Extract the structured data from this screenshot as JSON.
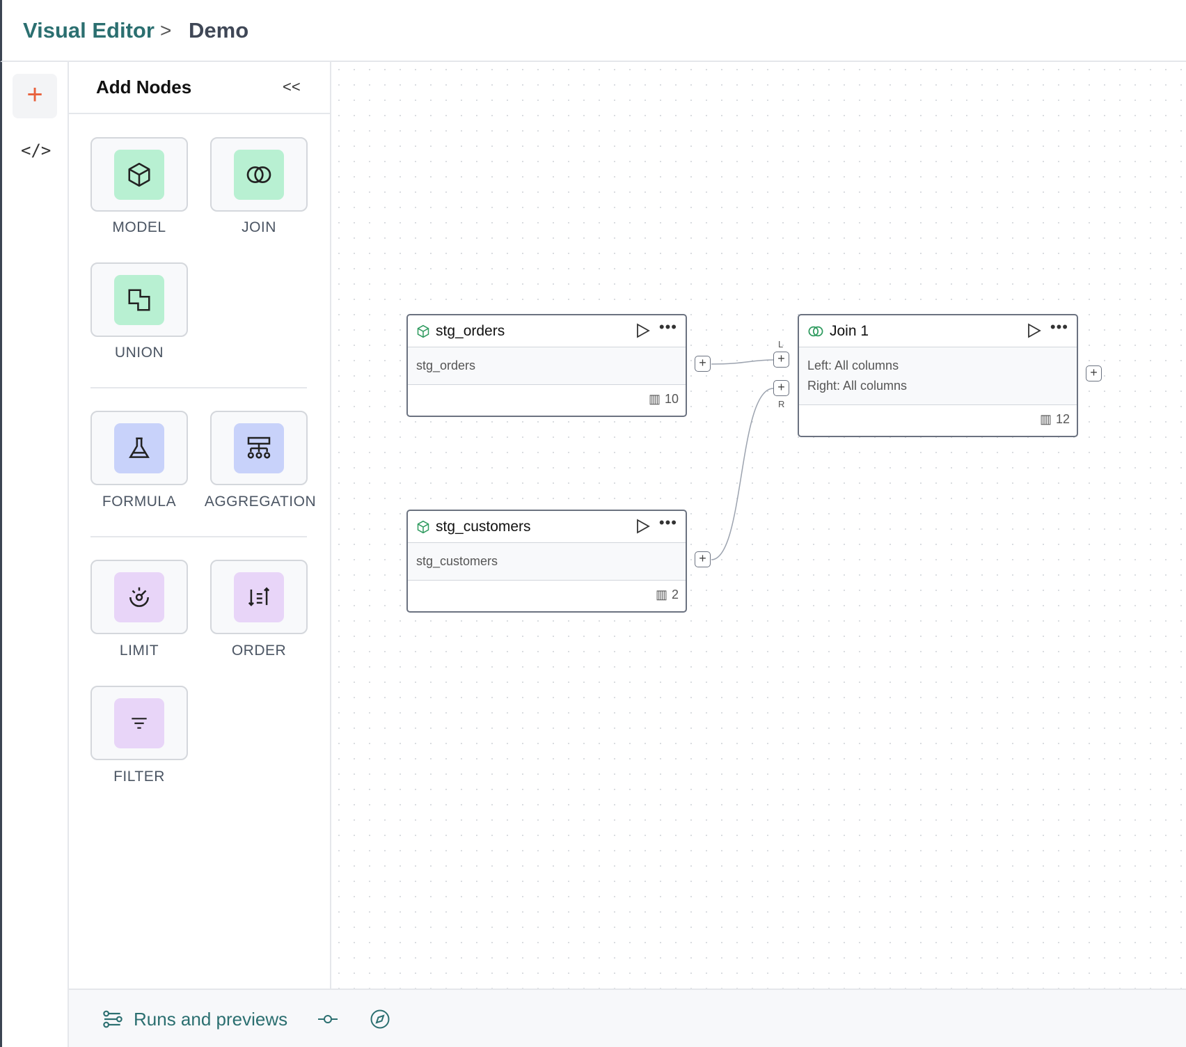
{
  "breadcrumb": {
    "root": "Visual Editor",
    "separator": ">",
    "current": "Demo"
  },
  "rail": {
    "add_icon": "plus-icon",
    "code_icon": "code-icon",
    "code_label": "</>"
  },
  "panel": {
    "title": "Add Nodes",
    "collapse_label": "<<",
    "nodes": [
      {
        "label": "MODEL",
        "icon": "cube-icon",
        "color": "#b8f0d2"
      },
      {
        "label": "JOIN",
        "icon": "join-icon",
        "color": "#b8f0d2"
      },
      {
        "label": "UNION",
        "icon": "union-icon",
        "color": "#b8f0d2"
      },
      {
        "label": "FORMULA",
        "icon": "flask-icon",
        "color": "#c8d2fa"
      },
      {
        "label": "AGGREGATION",
        "icon": "aggregation-icon",
        "color": "#c8d2fa"
      },
      {
        "label": "LIMIT",
        "icon": "limit-icon",
        "color": "#e8d5f8"
      },
      {
        "label": "ORDER",
        "icon": "sort-icon",
        "color": "#e8d5f8"
      },
      {
        "label": "FILTER",
        "icon": "filter-icon",
        "color": "#e8d5f8"
      }
    ]
  },
  "canvas": {
    "nodes": [
      {
        "title": "stg_orders",
        "body": "stg_orders",
        "columns": "10"
      },
      {
        "title": "stg_customers",
        "body": "stg_customers",
        "columns": "2"
      },
      {
        "title": "Join 1",
        "left": "Left: All columns",
        "right": "Right: All columns",
        "columns": "12"
      }
    ],
    "handle_left": "L",
    "handle_right": "R"
  },
  "bottom": {
    "runs_label": "Runs and previews"
  },
  "colors": {
    "accent": "#2b6f70",
    "add": "#e8613c"
  }
}
